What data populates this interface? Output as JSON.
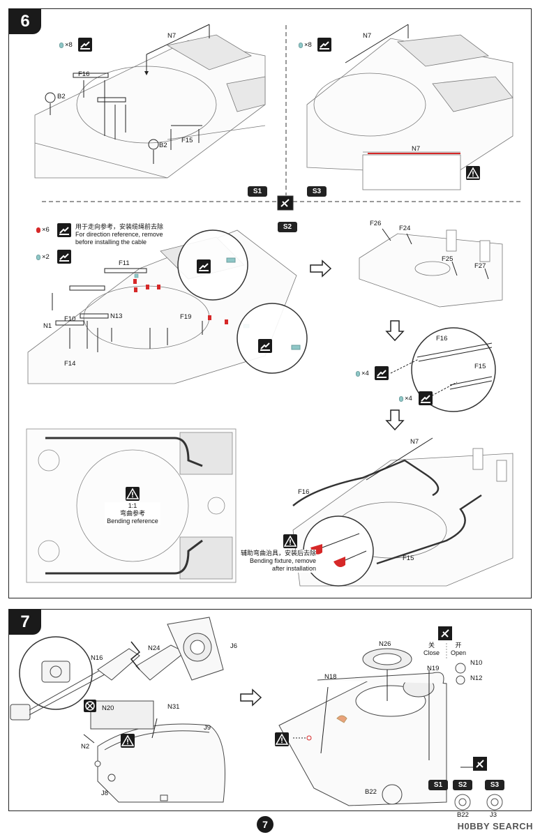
{
  "step6": {
    "number": "6",
    "top_left": {
      "qty": "×8",
      "labels": {
        "n7": "N7",
        "f16": "F16",
        "b2a": "B2",
        "b2b": "B2",
        "f15": "F15"
      }
    },
    "top_right": {
      "qty": "×8",
      "labels": {
        "n7": "N7",
        "n7b": "N7"
      }
    },
    "variant_s1": "S1",
    "variant_s3": "S3",
    "variant_s2": "S2",
    "middle_left": {
      "red_qty": "×6",
      "note_cn": "用于走向参考，安装缆绳前去除",
      "note_en1": "For direction reference, remove",
      "note_en2": "before installing the cable",
      "teal_qty": "×2",
      "labels": {
        "f11": "F11",
        "f10": "F10",
        "n13": "N13",
        "n1": "N1",
        "f14": "F14",
        "f19": "F19"
      }
    },
    "middle_right": {
      "labels": {
        "f26": "F26",
        "f24": "F24",
        "f25": "F25",
        "f27": "F27",
        "f16": "F16",
        "f15": "F15"
      },
      "qty_a": "×4",
      "qty_b": "×4"
    },
    "bottom_left": {
      "scale": "1:1",
      "note_cn": "弯曲参考",
      "note_en": "Bending reference"
    },
    "bottom_right": {
      "labels": {
        "n7": "N7",
        "f16": "F16",
        "f15": "F15"
      },
      "note_cn": "辅助弯曲治具，安装后去除",
      "note_en1": "Bending fixture, remove",
      "note_en2": "after installation"
    }
  },
  "step7": {
    "number": "7",
    "labels": {
      "n16": "N16",
      "n24": "N24",
      "j6": "J6",
      "n20": "N20",
      "n31": "N31",
      "n2": "N2",
      "j9": "J9",
      "j8": "J8",
      "n26": "N26",
      "n18": "N18",
      "n19": "N19",
      "n10": "N10",
      "n12": "N12",
      "b22a": "B22",
      "b22b": "B22",
      "j3": "J3"
    },
    "close_cn": "关",
    "close_en": "Close",
    "open_cn": "开",
    "open_en": "Open",
    "variants": [
      "S1",
      "S2",
      "S3"
    ]
  },
  "page_number": "7",
  "watermark": "H0BBY SEARCH",
  "colors": {
    "accent_red": "#d62828",
    "teal_part": "#8fc7c7",
    "ink": "#1a1a1a"
  }
}
